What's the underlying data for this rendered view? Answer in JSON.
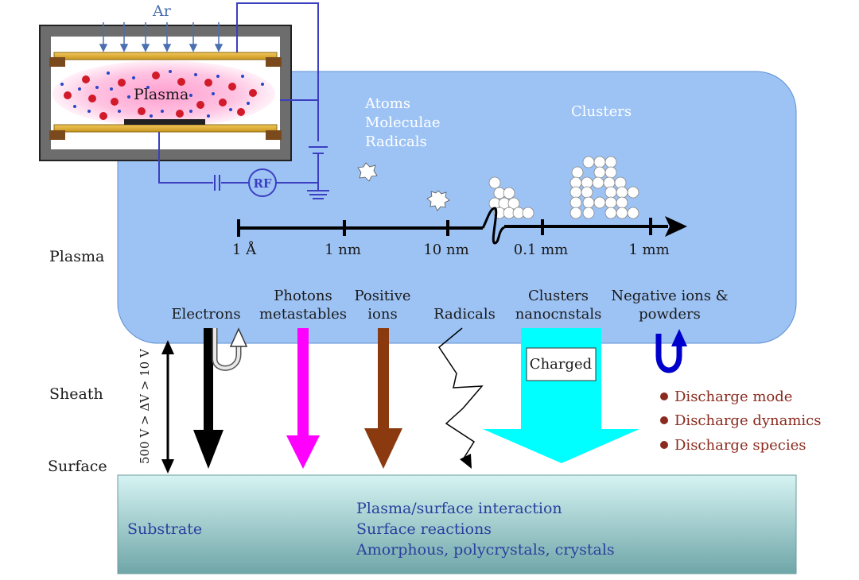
{
  "reactor": {
    "gas_label": "Ar",
    "plasma_label": "Plasma",
    "rf_label": "RF"
  },
  "side_labels": {
    "plasma": "Plasma",
    "sheath": "Sheath",
    "surface": "Surface",
    "voltage": "500 V > ΔV > 10 V"
  },
  "plasma_region": {
    "species_small": [
      "Atoms",
      "Moleculae",
      "Radicals"
    ],
    "clusters_label": "Clusters"
  },
  "size_scale": {
    "ticks": [
      "1 Å",
      "1 nm",
      "10 nm",
      "0.1 mm",
      "1 mm"
    ]
  },
  "species_fluxes": [
    {
      "lines": [
        "Electrons"
      ],
      "color": "#000000"
    },
    {
      "lines": [
        "Photons",
        "metastables"
      ],
      "color": "#ff00ff"
    },
    {
      "lines": [
        "Positive",
        "ions"
      ],
      "color": "#8b3a0f"
    },
    {
      "lines": [
        "Radicals"
      ],
      "color": "#000000"
    },
    {
      "lines": [
        "Clusters",
        "nanocnstals"
      ],
      "color": "#00ffff"
    },
    {
      "lines": [
        "Negative ions &",
        "powders"
      ],
      "color": "#0000cc"
    }
  ],
  "charged_label": "Charged",
  "bullets": [
    "Discharge mode",
    "Discharge dynamics",
    "Discharge species"
  ],
  "substrate": {
    "label": "Substrate",
    "lines": [
      "Plasma/surface interaction",
      "Surface reactions",
      "Amorphous, polycrystals, crystals"
    ]
  },
  "colors": {
    "plasma_region": "#9dc3f5",
    "substrate_top": "#cdeeee",
    "substrate_bottom": "#6fa7a8",
    "bullet": "#8b2a1e",
    "text_dark": "#1a1a1a",
    "text_blue": "#2a3f9e",
    "text_white": "#ffffff"
  }
}
